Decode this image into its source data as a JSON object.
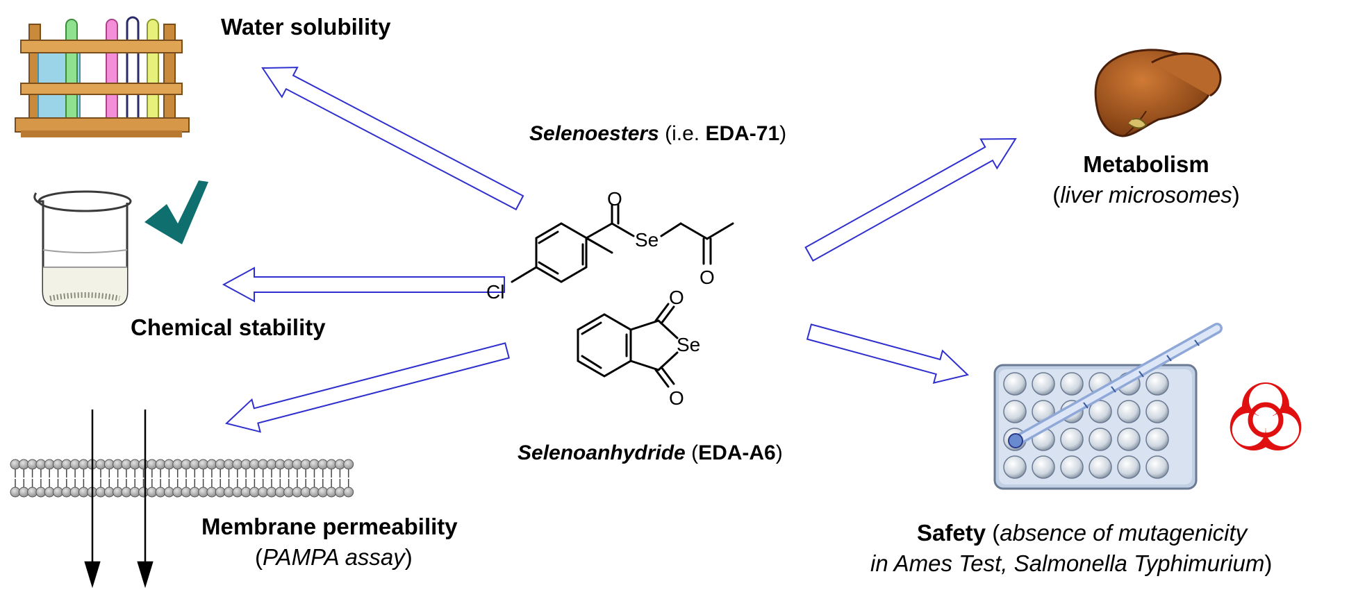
{
  "labels": {
    "water_solubility": "Water solubility",
    "chemical_stability": "Chemical stability",
    "membrane_title": "Membrane permeability",
    "membrane_paren_open": "(",
    "membrane_assay": "PAMPA assay",
    "membrane_paren_close": ")",
    "metabolism_title": "Metabolism",
    "metabolism_paren_open": "(",
    "metabolism_sub": "liver microsomes",
    "metabolism_paren_close": ")",
    "safety_title": "Safety",
    "safety_open": " (",
    "safety_line1": "absence of mutagenicity",
    "safety_line2": "in Ames Test, Salmonella Typhimurium",
    "safety_close": ")",
    "selenoesters_italic": "Selenoesters",
    "selenoesters_ie": " (i.e. ",
    "selenoesters_code": "EDA-71",
    "selenoesters_close": ")",
    "selenoanhydride_italic": "Selenoanhydride",
    "selenoanhydride_open": "  (",
    "selenoanhydride_code": "EDA-A6",
    "selenoanhydride_close": ")"
  },
  "atoms": {
    "o_carbonyl": "O",
    "se_ester": "Se",
    "o_ketone": "O",
    "cl": "Cl",
    "o_top": "O",
    "se_ring": "Se",
    "o_bottom": "O"
  },
  "colors": {
    "arrow_blue": "#2f2fcf",
    "check_teal": "#0f6f6f",
    "biohazard_red": "#e01010",
    "liver_brown": "#a0521c",
    "plate_blue": "#b8c8e0"
  },
  "icons": [
    "test-tube-rack-icon",
    "beaker-icon",
    "checkmark-icon",
    "lipid-bilayer-icon",
    "liver-icon",
    "well-plate-icon",
    "pipette-icon",
    "biohazard-icon"
  ]
}
